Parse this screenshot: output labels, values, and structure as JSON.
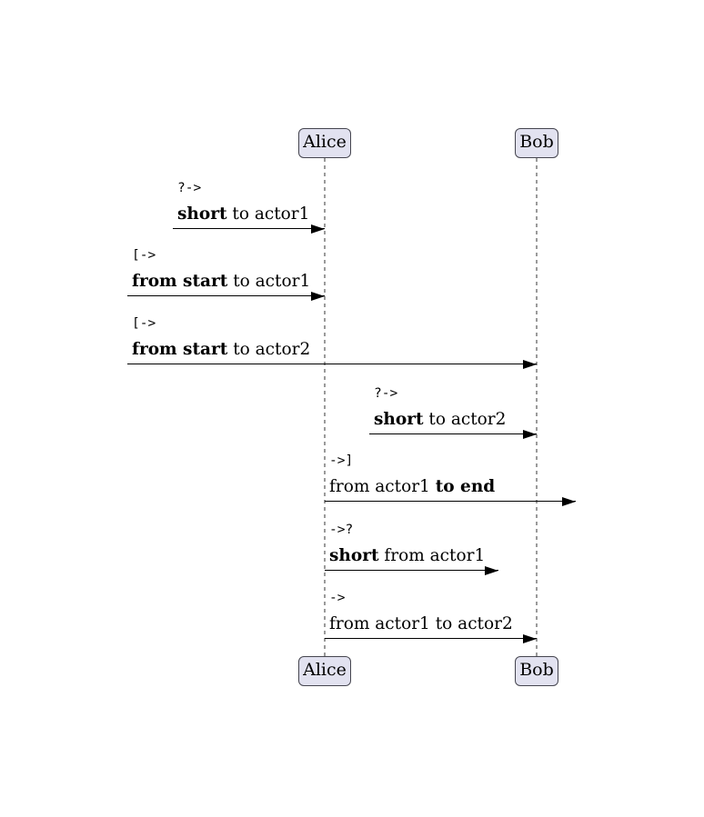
{
  "diagram": {
    "type": "sequence-diagram",
    "actors": [
      {
        "id": "actor1",
        "name": "Alice"
      },
      {
        "id": "actor2",
        "name": "Bob"
      }
    ],
    "messages": [
      {
        "code": "?->",
        "from": "short-gap-left",
        "to": "actor1",
        "seg1": {
          "text": "short",
          "style": "bold"
        },
        "seg2": {
          "text": " to actor1",
          "style": "normal"
        }
      },
      {
        "code": "[->",
        "from": "start-edge",
        "to": "actor1",
        "seg1": {
          "text": "from start",
          "style": "bold"
        },
        "seg2": {
          "text": " to actor1",
          "style": "normal"
        }
      },
      {
        "code": "[->",
        "from": "start-edge",
        "to": "actor2",
        "seg1": {
          "text": "from start",
          "style": "bold"
        },
        "seg2": {
          "text": " to actor2",
          "style": "normal"
        }
      },
      {
        "code": "?->",
        "from": "short-gap-left",
        "to": "actor2",
        "seg1": {
          "text": "short",
          "style": "bold"
        },
        "seg2": {
          "text": " to actor2",
          "style": "normal"
        }
      },
      {
        "code": "->]",
        "from": "actor1",
        "to": "end-edge",
        "seg1": {
          "text": "from actor1 ",
          "style": "normal"
        },
        "seg2": {
          "text": "to end",
          "style": "bold"
        }
      },
      {
        "code": "->?",
        "from": "actor1",
        "to": "short-gap-right",
        "seg1": {
          "text": "short",
          "style": "bold"
        },
        "seg2": {
          "text": " from actor1",
          "style": "normal"
        }
      },
      {
        "code": "->",
        "from": "actor1",
        "to": "actor2",
        "seg1": {
          "text": "from actor1 to actor2",
          "style": "normal"
        }
      }
    ],
    "colors": {
      "background": "#ffffff",
      "actor_fill": "#e2e2f0",
      "actor_border": "#45454f",
      "lifeline": "#9a9a9a",
      "arrow": "#000000",
      "text": "#000000"
    }
  }
}
